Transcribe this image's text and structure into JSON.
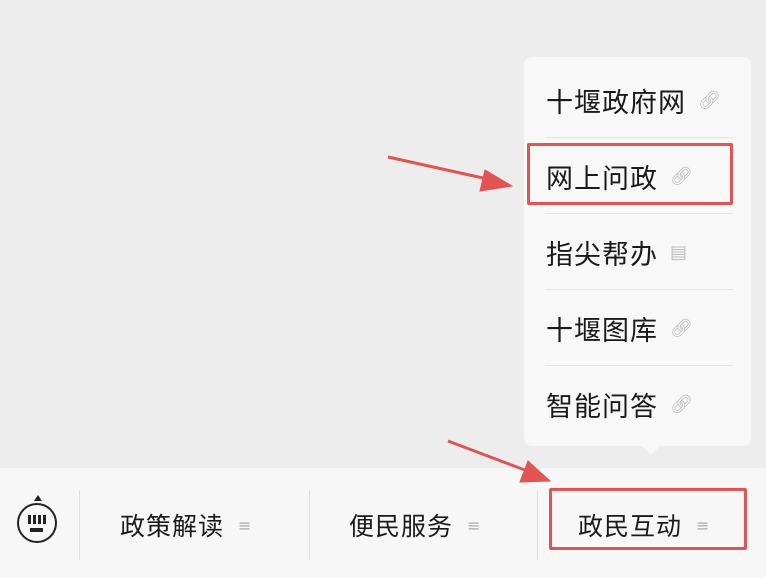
{
  "popup_menu": {
    "items": [
      {
        "label": "十堰政府网",
        "icon": "link-icon"
      },
      {
        "label": "网上问政",
        "icon": "link-icon",
        "highlighted": true
      },
      {
        "label": "指尖帮办",
        "icon": "document-icon"
      },
      {
        "label": "十堰图库",
        "icon": "link-icon"
      },
      {
        "label": "智能问答",
        "icon": "link-icon"
      }
    ]
  },
  "bottom_bar": {
    "keyboard_icon": "keyboard-icon",
    "tabs": [
      {
        "label": "政策解读",
        "icon": "menu-icon"
      },
      {
        "label": "便民服务",
        "icon": "menu-icon"
      },
      {
        "label": "政民互动",
        "icon": "menu-icon",
        "highlighted": true
      }
    ]
  },
  "annotation_color": "#e05454"
}
